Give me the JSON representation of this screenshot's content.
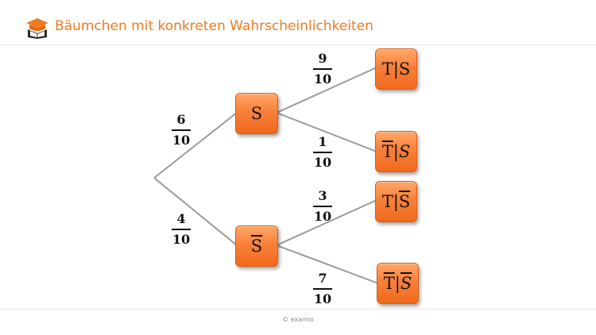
{
  "header": {
    "title": "Bäumchen mit konkreten Wahrscheinlichkeiten",
    "logo_icon": "examio-book-cap-logo",
    "accent_color": "#f07a1e"
  },
  "tree": {
    "node_color": "#f9803a",
    "level1": {
      "top": {
        "label": "S"
      },
      "bottom": {
        "label": "S",
        "overline": true
      }
    },
    "leaves": {
      "t_given_s": {
        "t": "T",
        "sep": "|",
        "cond": "S"
      },
      "tbar_given_s": {
        "t": "T",
        "sep": "|",
        "cond": "S"
      },
      "t_given_sbar": {
        "t": "T",
        "sep": "|",
        "cond": "S"
      },
      "tbar_given_sbar": {
        "t": "T",
        "sep": "|",
        "cond": "S"
      }
    },
    "branch_probabilities": {
      "root_to_s": {
        "num": "6",
        "den": "10"
      },
      "root_to_sbar": {
        "num": "4",
        "den": "10"
      },
      "s_to_t": {
        "num": "9",
        "den": "10"
      },
      "s_to_tbar": {
        "num": "1",
        "den": "10"
      },
      "sbar_to_t": {
        "num": "3",
        "den": "10"
      },
      "sbar_to_tbar": {
        "num": "7",
        "den": "10"
      }
    }
  },
  "footer": {
    "copyright": "© examio"
  }
}
